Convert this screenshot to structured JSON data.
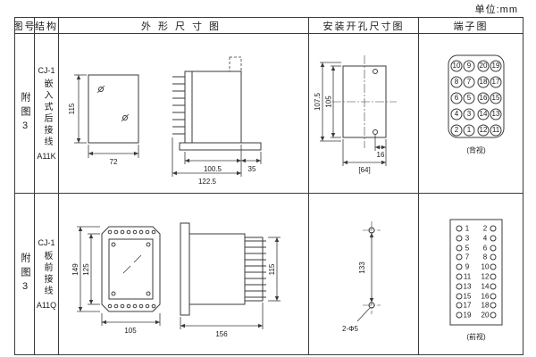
{
  "page": {
    "unit_label": "单位:mm"
  },
  "table": {
    "headers": {
      "figure_no": "图号",
      "structure": "结构",
      "outline": "外形尺寸图",
      "mounting": "安装开孔尺寸图",
      "terminal": "端子图"
    }
  },
  "rows": [
    {
      "figure_no": "附图3",
      "structure": {
        "model": "CJ-1",
        "mounting_type": "嵌入式后接线",
        "code": "A11K"
      },
      "outline_dims": {
        "height": "115",
        "width": "72",
        "depth_body": "100.5",
        "depth_total": "122.5",
        "flange": "35"
      },
      "mounting_dims": {
        "outer_height": "107.5",
        "inner_height": "105",
        "hole_offset": "16",
        "width_bracket": "[64]"
      },
      "terminal": {
        "view_label": "(背视)",
        "grid": [
          [
            "10",
            "9",
            "20",
            "19"
          ],
          [
            "8",
            "7",
            "18",
            "17"
          ],
          [
            "6",
            "5",
            "16",
            "15"
          ],
          [
            "4",
            "3",
            "14",
            "13"
          ],
          [
            "2",
            "1",
            "12",
            "11"
          ]
        ]
      }
    },
    {
      "figure_no": "附图3",
      "structure": {
        "model": "CJ-1",
        "mounting_type": "板前接线",
        "code": "A11Q"
      },
      "outline_dims": {
        "height": "149",
        "inner_height": "125",
        "width": "105",
        "depth": "156",
        "side_height": "115"
      },
      "mounting_dims": {
        "hole_distance": "133",
        "hole_spec": "2-Φ5"
      },
      "terminal": {
        "view_label": "(前视)",
        "left_numbers": [
          "1",
          "3",
          "5",
          "7",
          "9",
          "11",
          "13",
          "15",
          "17",
          "19"
        ],
        "right_numbers": [
          "2",
          "4",
          "6",
          "8",
          "10",
          "12",
          "14",
          "16",
          "18",
          "20"
        ]
      }
    }
  ]
}
